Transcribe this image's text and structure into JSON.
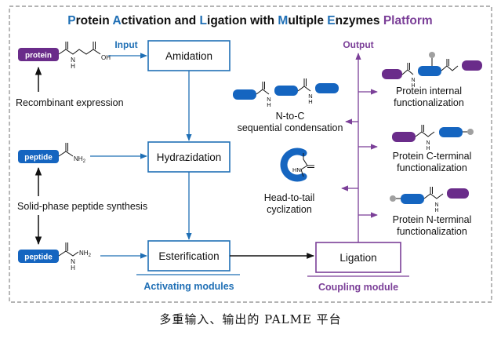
{
  "title": {
    "p1": "P",
    "r1": "rotein ",
    "p2": "A",
    "r2": "ctivation and ",
    "p3": "L",
    "r3": "igation with ",
    "p4": "M",
    "r4": "ultiple ",
    "p5": "E",
    "r5": "nzymes ",
    "p6": "Platform"
  },
  "left": {
    "protein_tag": "protein",
    "peptide_tag1": "peptide",
    "peptide_tag2": "peptide",
    "chem_oh": "OH",
    "chem_n_amid": "N",
    "chem_h_amid": "H",
    "chem_nh2": "NH",
    "chem_nh2_sub": "2",
    "chem_n_hyd": "N",
    "chem_h_hyd": "H",
    "chem_nh2b": "NH",
    "chem_nh2b_sub": "2",
    "recombinant": "Recombinant expression",
    "spps": "Solid-phase peptide synthesis",
    "input": "Input"
  },
  "modules": {
    "amidation": "Amidation",
    "hydrazidation": "Hydrazidation",
    "esterification": "Esterification",
    "ligation": "Ligation",
    "activating_label": "Activating modules",
    "coupling_label": "Coupling module",
    "output": "Output"
  },
  "middle": {
    "n_to_c_line1": "N-to-C",
    "n_to_c_line2": "sequential condensation",
    "n1": "N",
    "h1": "H",
    "n2": "N",
    "h2": "H",
    "cyc_line1": "Head-to-tail",
    "cyc_line2": "cyclization",
    "cyc_hn": "HN"
  },
  "right": {
    "internal_line1": "Protein internal",
    "internal_line2": "functionalization",
    "cterm_line1": "Protein C-terminal",
    "cterm_line2": "functionalization",
    "nterm_line1": "Protein N-terminal",
    "nterm_line2": "functionalization",
    "ni1": "N",
    "hi1": "H",
    "nc1": "N",
    "hc1": "H",
    "nn1": "N",
    "hn1": "H"
  },
  "caption": "多重输入、输出的 PALME 平台",
  "colors": {
    "blue": "#1f6fb5",
    "purple": "#7b3f98",
    "border": "#777777",
    "text": "#111111",
    "tag_blue": "#1565c0",
    "tag_purple": "#6a2c8a",
    "grey_dot": "#a0a0a0"
  }
}
